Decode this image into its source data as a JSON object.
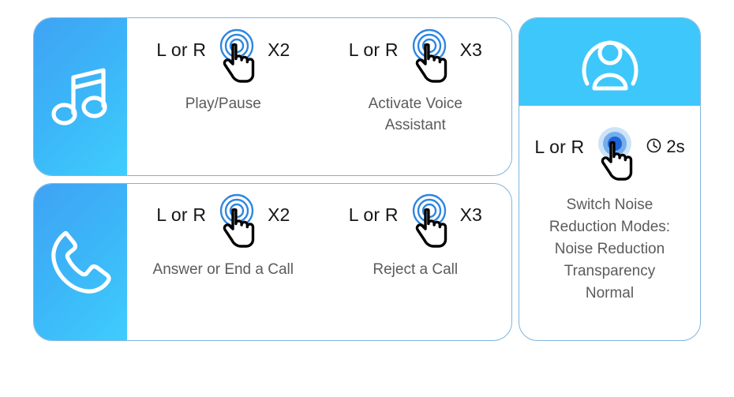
{
  "infographic": {
    "accent_blue": "#3ec7fb",
    "panel_gradient_from": "#3fa3f4",
    "panel_gradient_to": "#3ecdfc",
    "border_color": "#7fb4dd",
    "caption_color": "#5b5b5b",
    "label_color": "#161616"
  },
  "cards": [
    {
      "category_icon": "music-note-icon",
      "actions": [
        {
          "side_label": "L or R",
          "gesture_icon": "tap-touch-icon",
          "count_label": "X2",
          "caption": "Play/Pause"
        },
        {
          "side_label": "L or R",
          "gesture_icon": "tap-touch-icon",
          "count_label": "X3",
          "caption": "Activate Voice\nAssistant"
        }
      ]
    },
    {
      "category_icon": "phone-handset-icon",
      "actions": [
        {
          "side_label": "L or R",
          "gesture_icon": "tap-touch-icon",
          "count_label": "X2",
          "caption": "Answer or\nEnd a Call"
        },
        {
          "side_label": "L or R",
          "gesture_icon": "tap-touch-icon",
          "count_label": "X3",
          "caption": "Reject a Call"
        }
      ]
    }
  ],
  "right_card": {
    "category_icon": "user-avatar-icon",
    "action": {
      "side_label": "L or R",
      "gesture_icon": "press-hold-touch-icon",
      "clock_icon": "clock-icon",
      "duration_label": "2s",
      "caption": "Switch Noise\nReduction Modes:\nNoise Reduction\nTransparency\nNormal"
    }
  }
}
